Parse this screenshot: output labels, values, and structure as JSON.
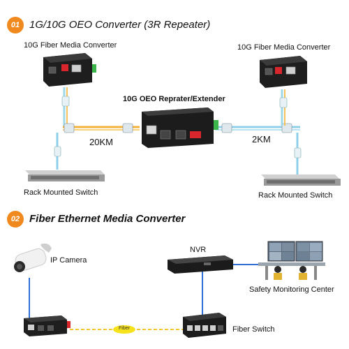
{
  "section1": {
    "number": "01",
    "title": "1G/10G OEO Converter (3R Repeater)",
    "left_converter_label": "10G Fiber Media Converter",
    "right_converter_label": "10G Fiber Media Converter",
    "center_label": "10G OEO Reprater/Extender",
    "left_distance": "20KM",
    "right_distance": "2KM",
    "left_switch_label": "Rack Mounted Switch",
    "right_switch_label": "Rack Mounted Switch"
  },
  "section2": {
    "number": "02",
    "title": "Fiber Ethernet Media Converter",
    "camera_label": "IP Camera",
    "nvr_label": "NVR",
    "monitoring_label": "Safety Monitoring Center",
    "fiber_label": "Fiber",
    "switch_label": "Fiber Switch"
  },
  "colors": {
    "badge": "#f08a1e",
    "fiber_orange": "#f3b23a",
    "fiber_aqua": "#7fcbe6",
    "ethernet_blue": "#2f6fd6",
    "terminal_green": "#3cb54a",
    "dip_red": "#d9262c"
  }
}
